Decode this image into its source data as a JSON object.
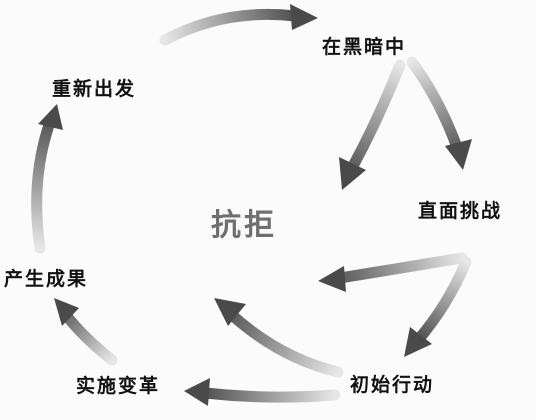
{
  "diagram": {
    "center": "抗拒",
    "nodes": {
      "dark": "在黑暗中",
      "challenge": "直面挑战",
      "action": "初始行动",
      "change": "实施变革",
      "result": "产生成果",
      "restart": "重新出发"
    }
  },
  "colors": {
    "arrow_dark": "#4a4a4a",
    "arrow_light": "#e6e6e6",
    "text": "#111111",
    "center_text": "#6f6f6f"
  }
}
